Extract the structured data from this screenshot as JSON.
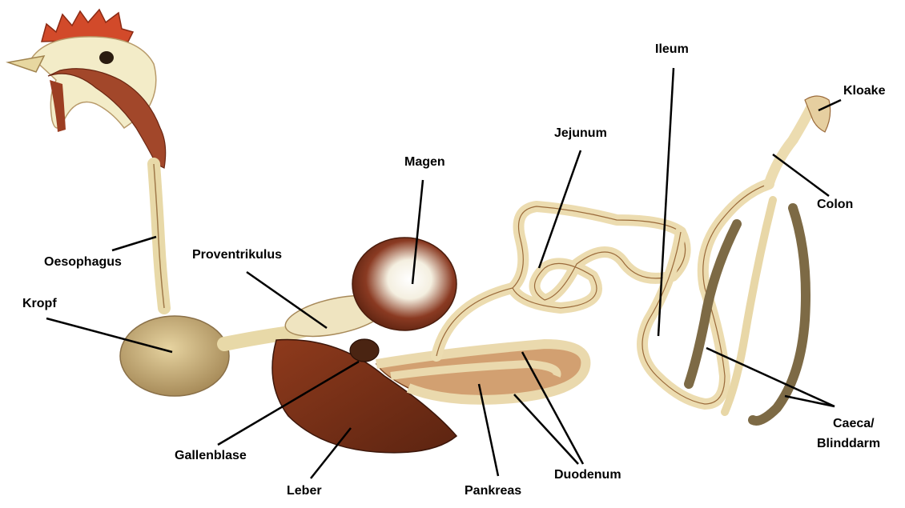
{
  "labels": {
    "ileum": "Ileum",
    "kloake": "Kloake",
    "jejunum": "Jejunum",
    "magen": "Magen",
    "colon": "Colon",
    "proventrikulus": "Proventrikulus",
    "oesophagus": "Oesophagus",
    "kropf": "Kropf",
    "gallenblase": "Gallenblase",
    "leber": "Leber",
    "pankreas": "Pankreas",
    "duodenum": "Duodenum",
    "caeca_line1": "Caeca/",
    "caeca_line2": "Blinddarm"
  },
  "colors": {
    "comb": "#d24a2a",
    "head": "#f2e9c2",
    "neck": "#8a3b1e",
    "tube": "#e8d9a8",
    "tube_edge": "#a86a3a",
    "liver": "#7a2f17",
    "stomach": "#6e2a18",
    "crop": "#c9b383",
    "caeca": "#7d6a45",
    "leader": "#000000"
  }
}
